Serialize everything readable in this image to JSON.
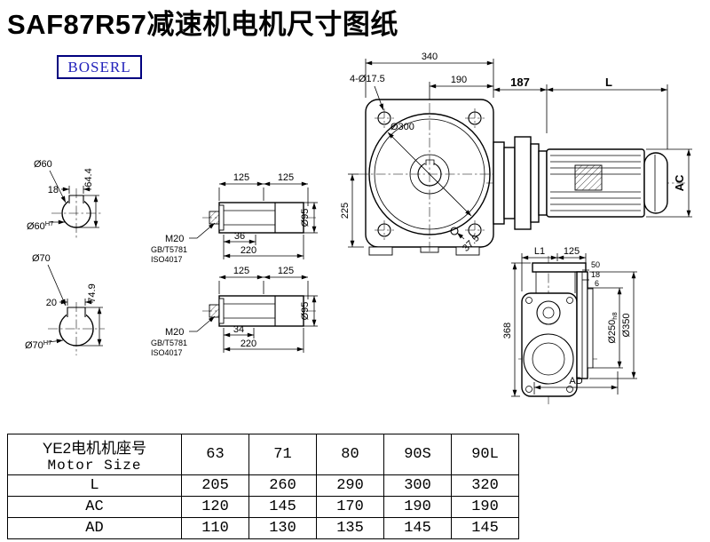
{
  "title": "SAF87R57减速机电机尺寸图纸",
  "logo": "BOSERL",
  "shaft_sections": {
    "small": {
      "dia": "Ø60",
      "key_width": "18",
      "total_height": "64.4",
      "bore": "Ø60",
      "bore_tol": "H7"
    },
    "large": {
      "dia": "Ø70",
      "key_width": "20",
      "total_height": "74.9",
      "bore": "Ø70",
      "bore_tol": "H7"
    }
  },
  "shaft_details": {
    "top": {
      "seg1": "125",
      "seg2": "125",
      "thread": "M20",
      "std1": "GB/T5781",
      "std2": "ISO4017",
      "step_len": "36",
      "total_len": "220",
      "dia": "Ø95"
    },
    "bottom": {
      "seg1": "125",
      "seg2": "125",
      "thread": "M20",
      "std1": "GB/T5781",
      "std2": "ISO4017",
      "step_len": "34",
      "total_len": "220",
      "dia": "Ø95"
    }
  },
  "front_view": {
    "overall_width": "340",
    "half_width": "190",
    "bolt_holes": "4-Ø17.5",
    "flange_dia": "Ø300",
    "center_height": "225",
    "angle": "37.5"
  },
  "motor": {
    "adapter_len": "187",
    "length_label": "L",
    "dia_label": "AC"
  },
  "side_view": {
    "l1": "L1",
    "d125": "125",
    "d50": "50",
    "d18": "18",
    "d6": "6",
    "height": "368",
    "spigot_dia": "Ø250",
    "spigot_tol": "h8",
    "flange_dia": "Ø350",
    "ad": "AD"
  },
  "table": {
    "header_cn": "YE2电机机座号",
    "header_en": "Motor Size",
    "sizes": [
      "63",
      "71",
      "80",
      "90S",
      "90L"
    ],
    "rows": [
      {
        "label": "L",
        "values": [
          "205",
          "260",
          "290",
          "300",
          "320"
        ]
      },
      {
        "label": "AC",
        "values": [
          "120",
          "145",
          "170",
          "190",
          "190"
        ]
      },
      {
        "label": "AD",
        "values": [
          "110",
          "130",
          "135",
          "145",
          "145"
        ]
      }
    ]
  }
}
